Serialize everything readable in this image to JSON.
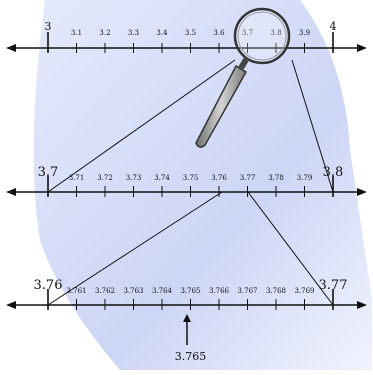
{
  "lines": [
    {
      "key": "top",
      "start": 3,
      "end": 4,
      "step": 0.1,
      "decimals": 1,
      "end_labels": [
        "3",
        "4"
      ],
      "minor_labels": [
        "3.1",
        "3.2",
        "3.3",
        "3.4",
        "3.5",
        "3.6",
        "3.7",
        "3.8",
        "3.9"
      ]
    },
    {
      "key": "middle",
      "start": 3.7,
      "end": 3.8,
      "step": 0.01,
      "decimals": 2,
      "end_labels": [
        "3.7",
        "3.8"
      ],
      "minor_labels": [
        "3.71",
        "3.72",
        "3.73",
        "3.74",
        "3.75",
        "3.76",
        "3.77",
        "3.78",
        "3.79"
      ]
    },
    {
      "key": "bottom",
      "start": 3.76,
      "end": 3.77,
      "step": 0.001,
      "decimals": 3,
      "end_labels": [
        "3.76",
        "3.77"
      ],
      "minor_labels": [
        "3.761",
        "3.762",
        "3.763",
        "3.764",
        "3.765",
        "3.766",
        "3.767",
        "3.768",
        "3.769"
      ]
    }
  ],
  "highlight": {
    "value": 3.765,
    "label": "3.765"
  },
  "colors": {
    "line": "#111111",
    "shade": "#c8d2f5",
    "magnifier_handle": "#8f8f8f"
  },
  "icons": {
    "magnifier": "magnifying-glass-icon",
    "arrow": "up-arrow-icon"
  }
}
